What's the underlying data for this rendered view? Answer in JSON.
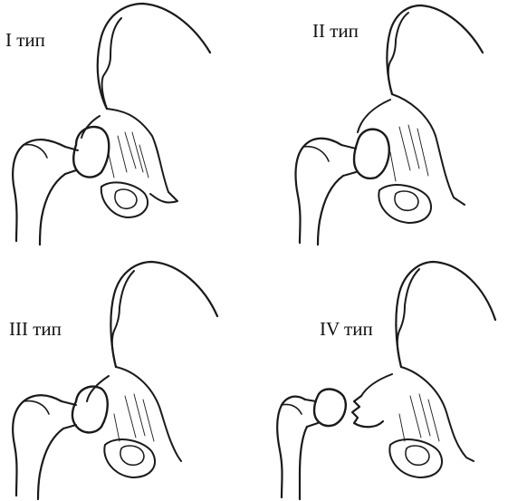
{
  "figure": {
    "panels": [
      {
        "id": "type-1",
        "label": "I тип"
      },
      {
        "id": "type-2",
        "label": "II тип"
      },
      {
        "id": "type-3",
        "label": "III тип"
      },
      {
        "id": "type-4",
        "label": "IV тип"
      }
    ],
    "colors": {
      "ink": "#1a1a1a",
      "background": "#ffffff"
    }
  }
}
